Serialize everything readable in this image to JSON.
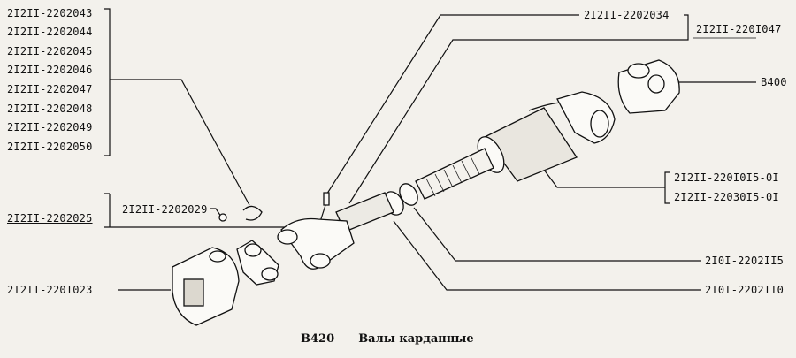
{
  "group_left_top": [
    "2I2II-2202043",
    "2I2II-2202044",
    "2I2II-2202045",
    "2I2II-2202046",
    "2I2II-2202047",
    "2I2II-2202048",
    "2I2II-2202049",
    "2I2II-2202050"
  ],
  "label_2202029": "2I2II-2202029",
  "label_2202025": "2I2II-2202025",
  "label_2201023": "2I2II-220I023",
  "label_2202034": "2I2II-2202034",
  "label_2201047": "2I2II-220I047",
  "label_b400": "B400",
  "group_right_mid": [
    "2I2II-220I0I5-0I",
    "2I2II-22030I5-0I"
  ],
  "label_2202115": "2I0I-2202II5",
  "label_2202110": "2I0I-2202II0",
  "caption": {
    "code": "B420",
    "title": "Валы карданные"
  }
}
